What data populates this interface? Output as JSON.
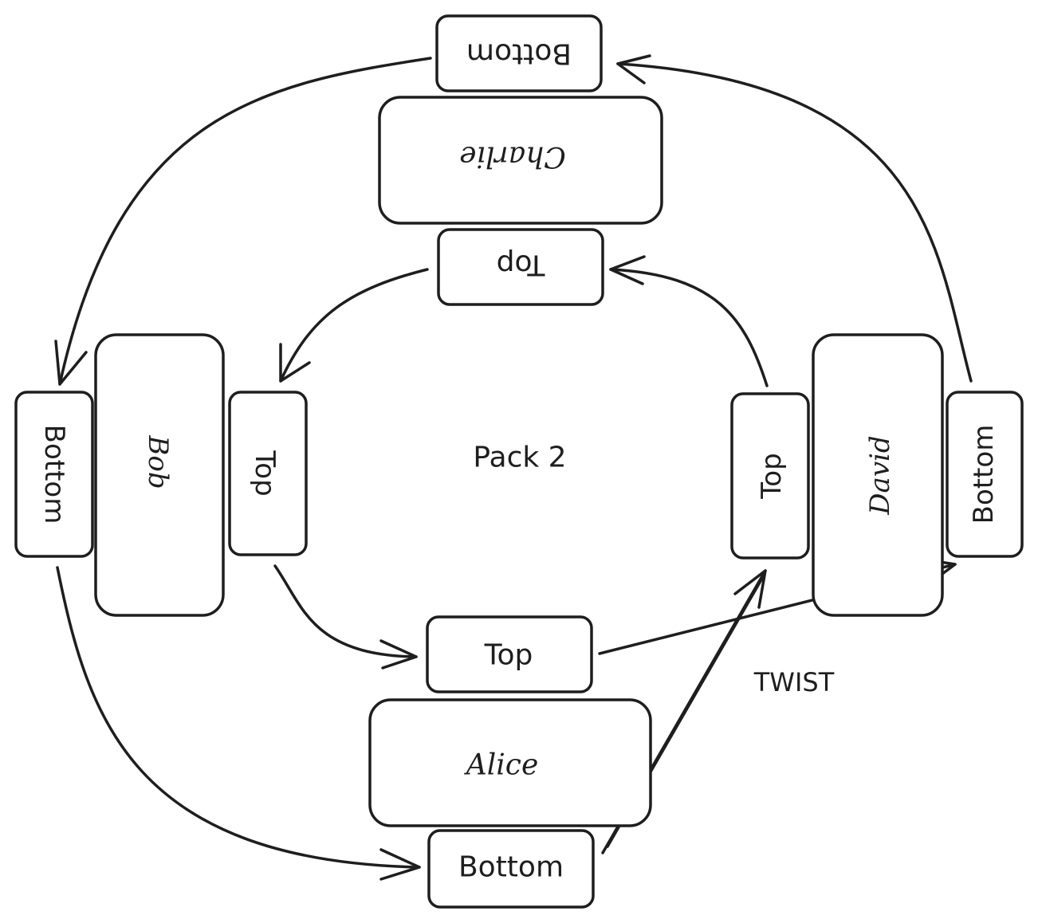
{
  "diagram": {
    "title": "Pack 2",
    "annotation": "TWIST",
    "colors": {
      "stroke": "#1e1e1e",
      "background": "#ffffff"
    },
    "people": {
      "alice": "Alice",
      "bob": "Bob",
      "charlie": "Charlie",
      "david": "David"
    },
    "labels": {
      "alice_top": "Top",
      "alice_bottom": "Bottom",
      "bob_top": "Top",
      "bob_bottom": "Bottom",
      "charlie_top": "Top",
      "charlie_bottom": "Bottom",
      "david_top": "Top",
      "david_bottom": "Bottom"
    },
    "connections": [
      {
        "from": "alice_top",
        "to": "david_bottom"
      },
      {
        "from": "alice_bottom",
        "to": "david_top"
      },
      {
        "from": "david_top",
        "to": "charlie_top"
      },
      {
        "from": "david_bottom",
        "to": "charlie_bottom"
      },
      {
        "from": "charlie_top",
        "to": "bob_top"
      },
      {
        "from": "charlie_bottom",
        "to": "bob_bottom"
      },
      {
        "from": "bob_top",
        "to": "alice_top"
      },
      {
        "from": "bob_bottom",
        "to": "alice_bottom"
      }
    ]
  }
}
